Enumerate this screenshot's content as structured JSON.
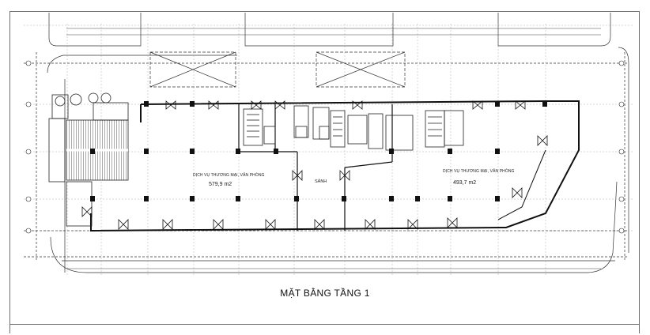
{
  "drawing": {
    "title": "MẶT BẰNG TẦNG 1",
    "zones": [
      {
        "name": "DỊCH VỤ THƯƠNG MẠI, VĂN PHÒNG",
        "area": "579,9 m2"
      },
      {
        "name": "SẢNH",
        "area": ""
      },
      {
        "name": "DỊCH VỤ THƯƠNG MẠI, VĂN PHÒNG",
        "area": "493,7 m2"
      }
    ],
    "line_color": "#1a1a1a",
    "hatch_color": "#555555"
  }
}
